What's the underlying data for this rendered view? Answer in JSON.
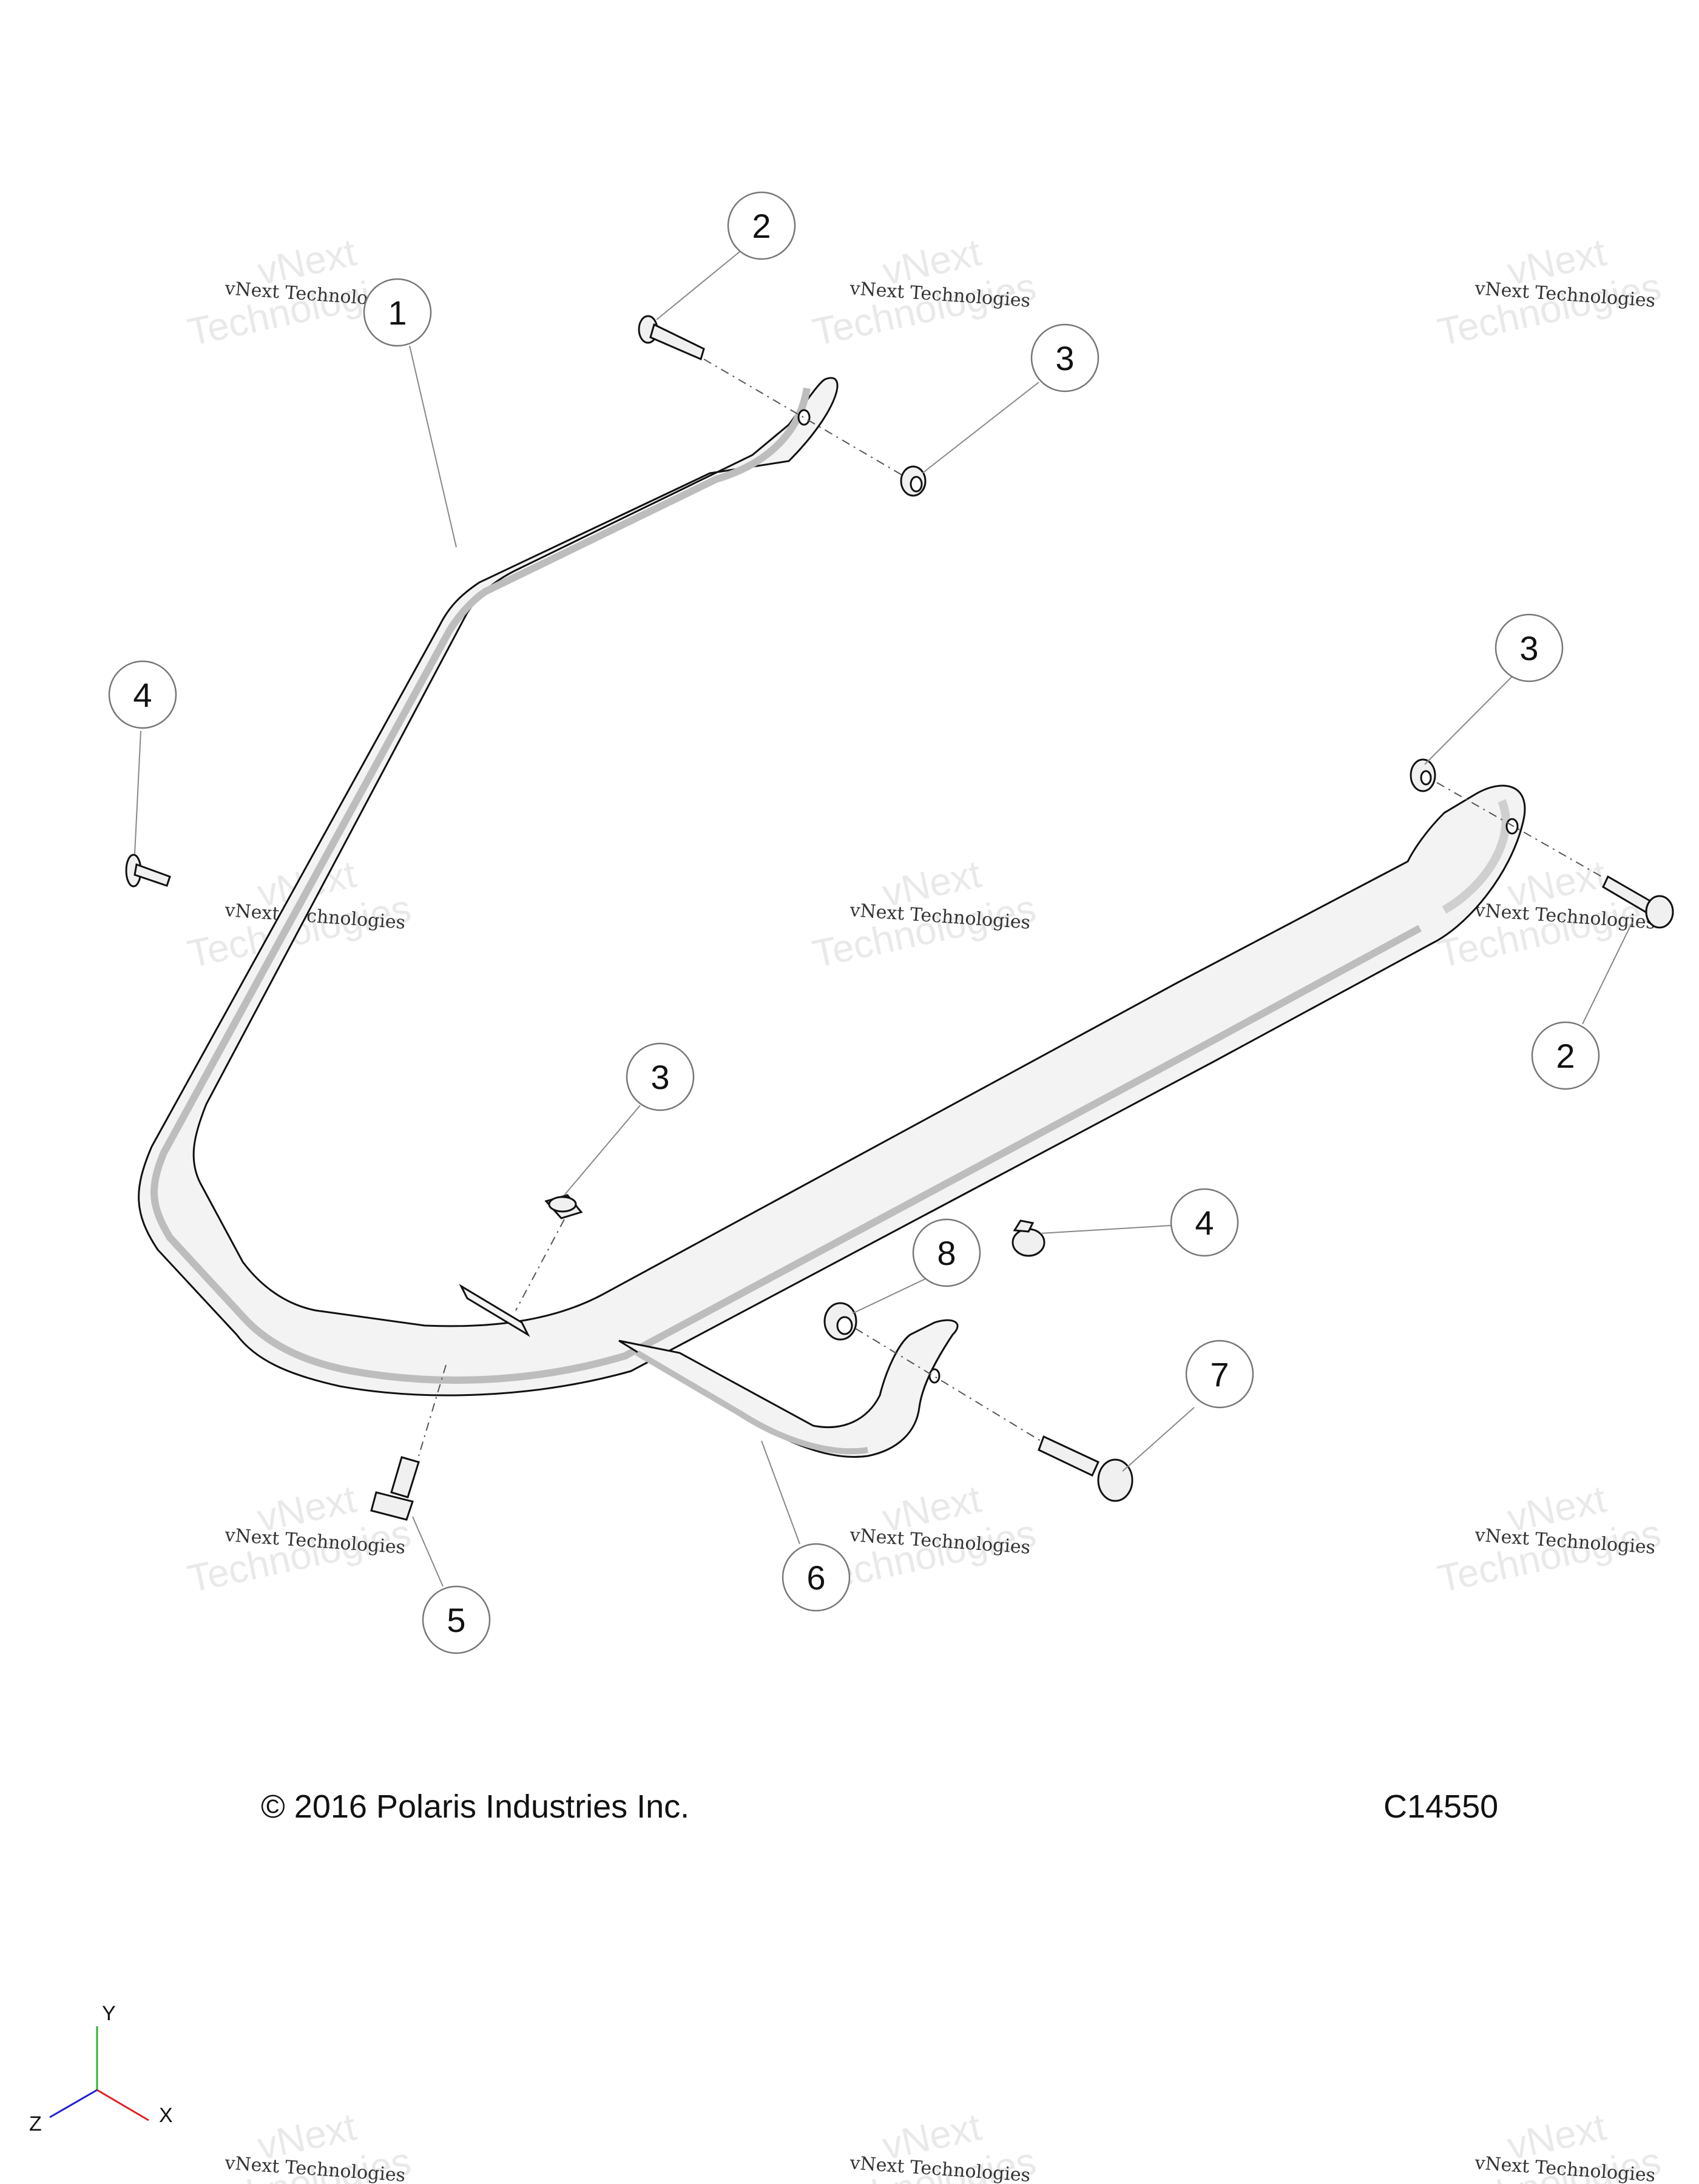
{
  "watermark": {
    "line1": "vNext",
    "line2": "vNext Technologies",
    "line3": "Technologies"
  },
  "callouts": [
    {
      "label": "1"
    },
    {
      "label": "2"
    },
    {
      "label": "3"
    },
    {
      "label": "3"
    },
    {
      "label": "4"
    },
    {
      "label": "2"
    },
    {
      "label": "3"
    },
    {
      "label": "4"
    },
    {
      "label": "8"
    },
    {
      "label": "7"
    },
    {
      "label": "6"
    },
    {
      "label": "5"
    }
  ],
  "footer": {
    "copyright": "© 2016 Polaris Industries Inc.",
    "figure_code": "C14550"
  },
  "axes": {
    "y": "Y",
    "x": "X",
    "z": "Z",
    "colors": {
      "y": "#2db52d",
      "x": "#e02020",
      "z": "#2020d0"
    }
  }
}
